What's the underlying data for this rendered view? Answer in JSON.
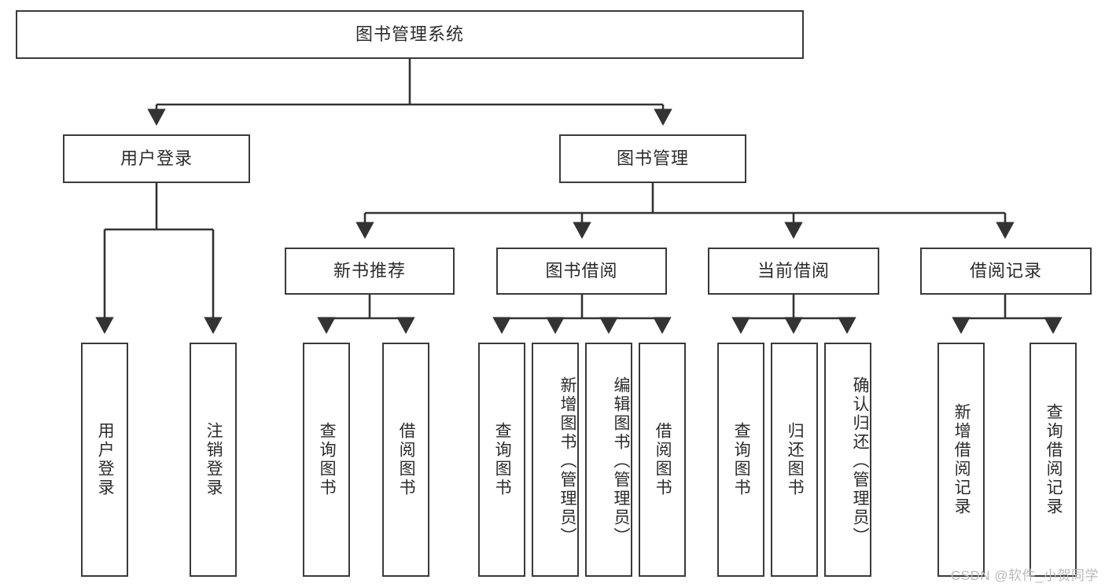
{
  "diagram": {
    "title": "图书管理系统",
    "type": "hierarchy-tree",
    "orientation": "top-down",
    "root": {
      "id": "root",
      "label": "图书管理系统"
    },
    "level2": [
      {
        "id": "user-login",
        "label": "用户登录"
      },
      {
        "id": "book-manage",
        "label": "图书管理"
      }
    ],
    "level3": [
      {
        "id": "new-book-rec",
        "label": "新书推荐",
        "parent": "book-manage"
      },
      {
        "id": "book-borrow",
        "label": "图书借阅",
        "parent": "book-manage"
      },
      {
        "id": "current-borrow",
        "label": "当前借阅",
        "parent": "book-manage"
      },
      {
        "id": "borrow-record",
        "label": "借阅记录",
        "parent": "book-manage"
      }
    ],
    "leaves": {
      "user_login": [
        {
          "id": "leaf-user-login",
          "label": "用户登录"
        },
        {
          "id": "leaf-logout",
          "label": "注销登录"
        }
      ],
      "new_book_rec": [
        {
          "id": "leaf-query-book-1",
          "label": "查询图书"
        },
        {
          "id": "leaf-borrow-book-1",
          "label": "借阅图书"
        }
      ],
      "book_borrow": [
        {
          "id": "leaf-query-book-2",
          "label": "查询图书"
        },
        {
          "id": "leaf-add-book",
          "label": "新增图书（管理员）"
        },
        {
          "id": "leaf-edit-book",
          "label": "编辑图书（管理员）"
        },
        {
          "id": "leaf-borrow-book-2",
          "label": "借阅图书"
        }
      ],
      "current_borrow": [
        {
          "id": "leaf-query-book-3",
          "label": "查询图书"
        },
        {
          "id": "leaf-return-book",
          "label": "归还图书"
        },
        {
          "id": "leaf-confirm-return",
          "label": "确认归还（管理员）"
        }
      ],
      "borrow_record": [
        {
          "id": "leaf-add-record",
          "label": "新增借阅记录"
        },
        {
          "id": "leaf-query-record",
          "label": "查询借阅记录"
        }
      ]
    }
  },
  "watermark": {
    "text": "CSDN @软件_小贺同学"
  },
  "colors": {
    "box_border": "#3a3a3a",
    "box_fill": "#ffffff",
    "text": "#2b2b2b",
    "line": "#333333",
    "watermark": "#b9b9b9",
    "background": "#ffffff"
  }
}
